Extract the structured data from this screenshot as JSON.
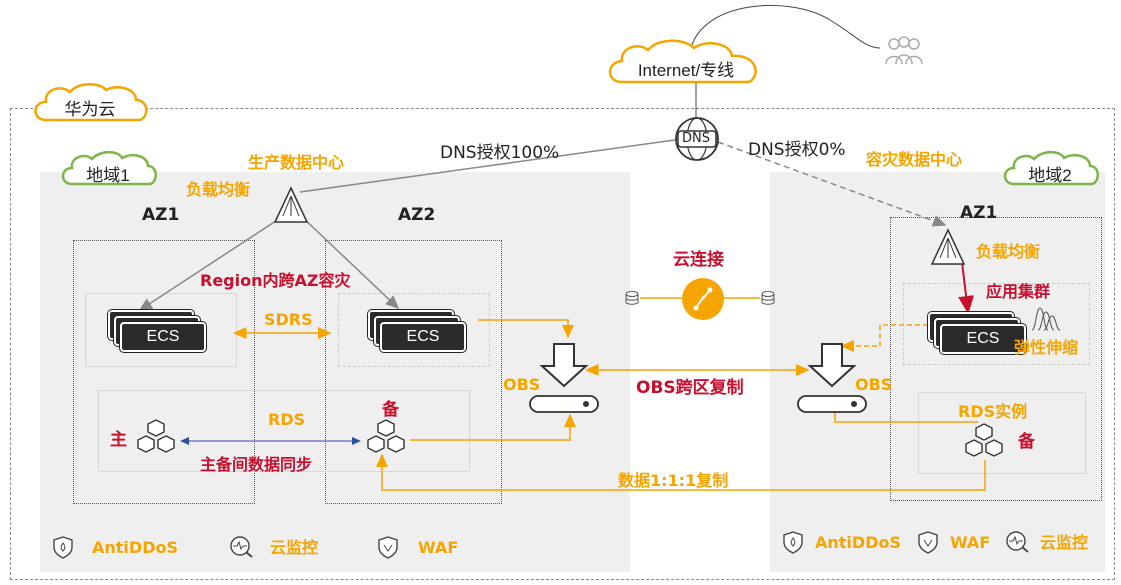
{
  "internet": "Internet/专线",
  "huawei_cloud": "华为云",
  "dns": "DNS",
  "dns_left": "DNS授权100%",
  "dns_right": "DNS授权0%",
  "region1": {
    "name": "地域1",
    "dc_label": "生产数据中心",
    "lb_label": "负载均衡",
    "az1": "AZ1",
    "az2": "AZ2",
    "cross_az": "Region内跨AZ容灾",
    "ecs1": "ECS",
    "ecs2": "ECS",
    "sdrs": "SDRS",
    "rds": "RDS",
    "primary": "主",
    "standby": "备",
    "sync": "主备间数据同步",
    "obs": "OBS",
    "services": [
      "AntiDDoS",
      "云监控",
      "WAF"
    ]
  },
  "cloud_connect": "云连接",
  "obs_replication": "OBS跨区复制",
  "data_replication": "数据1:1:1复制",
  "region2": {
    "name": "地域2",
    "dc_label": "容灾数据中心",
    "az1": "AZ1",
    "lb_label": "负载均衡",
    "app_cluster": "应用集群",
    "elastic": "弹性伸缩",
    "ecs": "ECS",
    "obs": "OBS",
    "rds_instance": "RDS实例",
    "standby": "备",
    "services": [
      "AntiDDoS",
      "WAF",
      "云监控"
    ]
  },
  "colors": {
    "orange": "#f5a400",
    "red": "#c8102e",
    "green": "#7ab648",
    "gray_bg": "#efefef",
    "arrow_gray": "#888888",
    "blue": "#2a4fa0"
  }
}
